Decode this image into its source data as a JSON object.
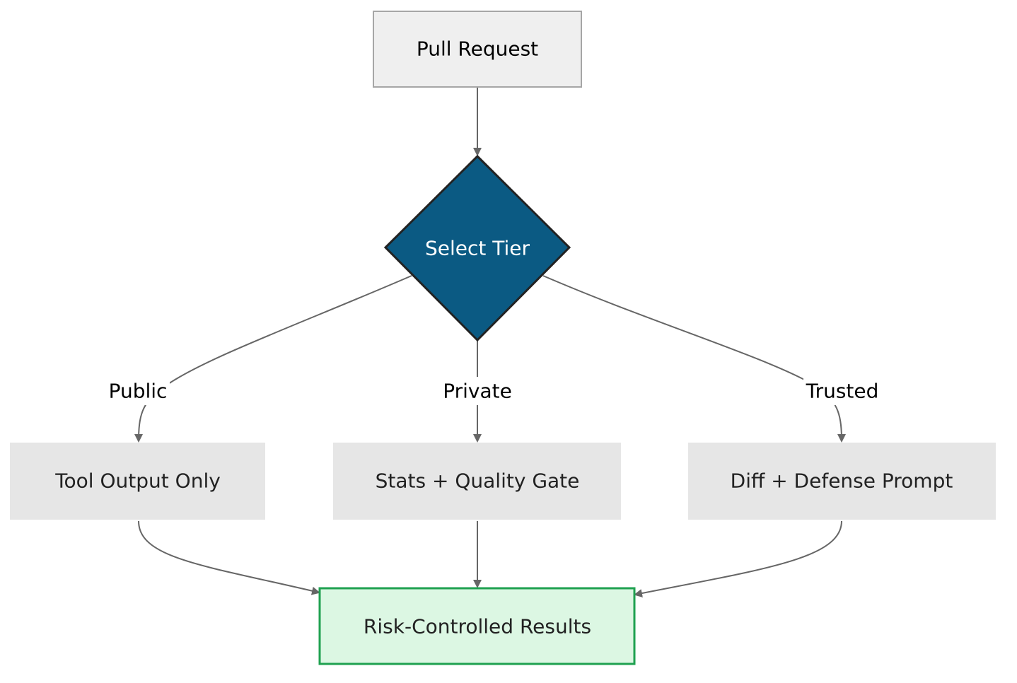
{
  "nodes": {
    "pull_request": "Pull Request",
    "select_tier": "Select Tier",
    "tool_output": "Tool Output Only",
    "stats_gate": "Stats + Quality Gate",
    "diff_prompt": "Diff + Defense Prompt",
    "results": "Risk-Controlled Results"
  },
  "edge_labels": {
    "public": "Public",
    "private": "Private",
    "trusted": "Trusted"
  },
  "colors": {
    "start_fill": "#efefef",
    "start_stroke": "#a6a6a6",
    "decision_fill": "#0b5a83",
    "decision_stroke": "#222222",
    "decision_text": "#ffffff",
    "process_fill": "#e6e6e6",
    "result_fill": "#dcf7e3",
    "result_stroke": "#1fa150",
    "edge": "#666666",
    "text": "#222222"
  }
}
